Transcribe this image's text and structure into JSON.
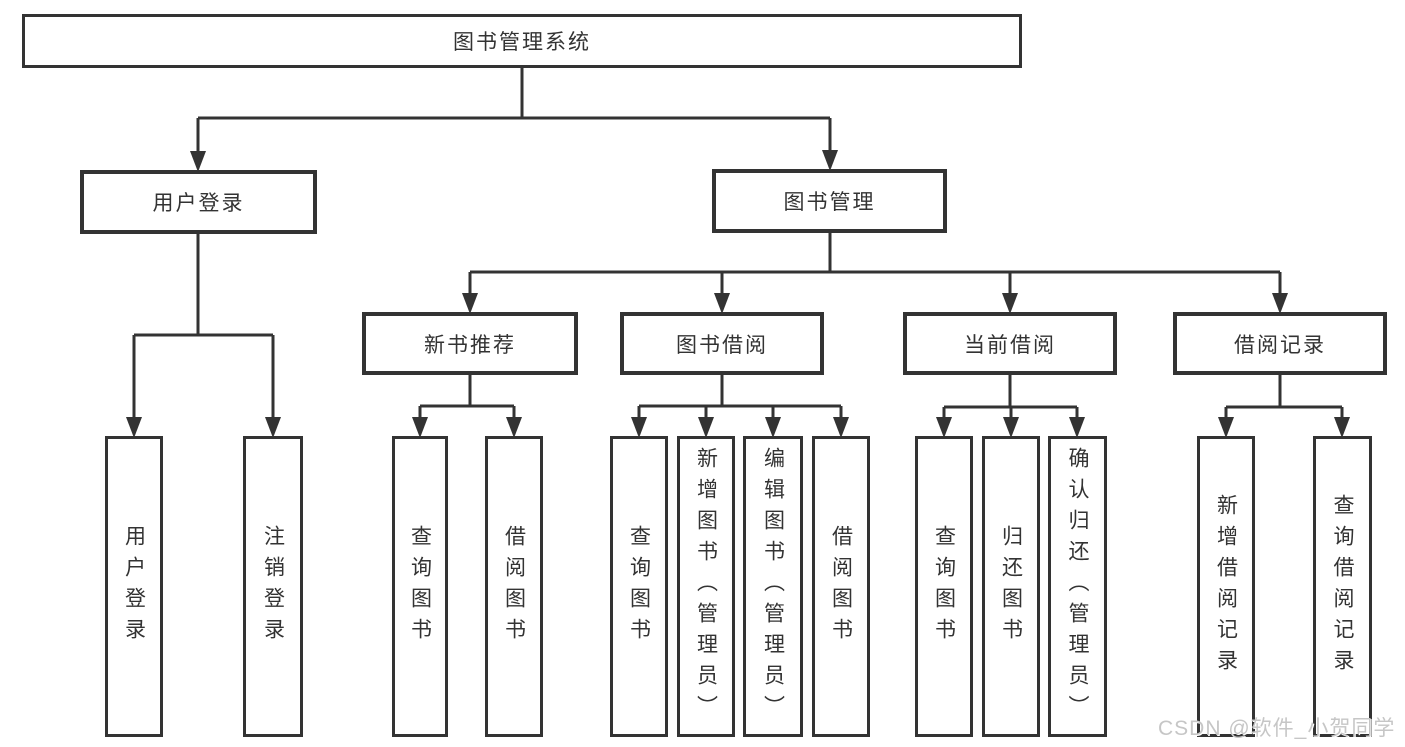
{
  "diagram": {
    "watermark": "CSDN @软件_小贺同学",
    "colors": {
      "line": "#333333",
      "text": "#333333",
      "box_background": "#ffffff",
      "watermark": "#c6c6c6"
    },
    "tree": {
      "root": "图书管理系统",
      "branches": [
        {
          "label": "用户登录",
          "leaves": [
            "用户登录",
            "注销登录"
          ]
        },
        {
          "label": "图书管理",
          "groups": [
            {
              "label": "新书推荐",
              "leaves": [
                "查询图书",
                "借阅图书"
              ]
            },
            {
              "label": "图书借阅",
              "leaves": [
                "查询图书",
                "新增图书（管理员）",
                "编辑图书（管理员）",
                "借阅图书"
              ]
            },
            {
              "label": "当前借阅",
              "leaves": [
                "查询图书",
                "归还图书",
                "确认归还（管理员）"
              ]
            },
            {
              "label": "借阅记录",
              "leaves": [
                "新增借阅记录",
                "查询借阅记录"
              ]
            }
          ]
        }
      ]
    }
  }
}
